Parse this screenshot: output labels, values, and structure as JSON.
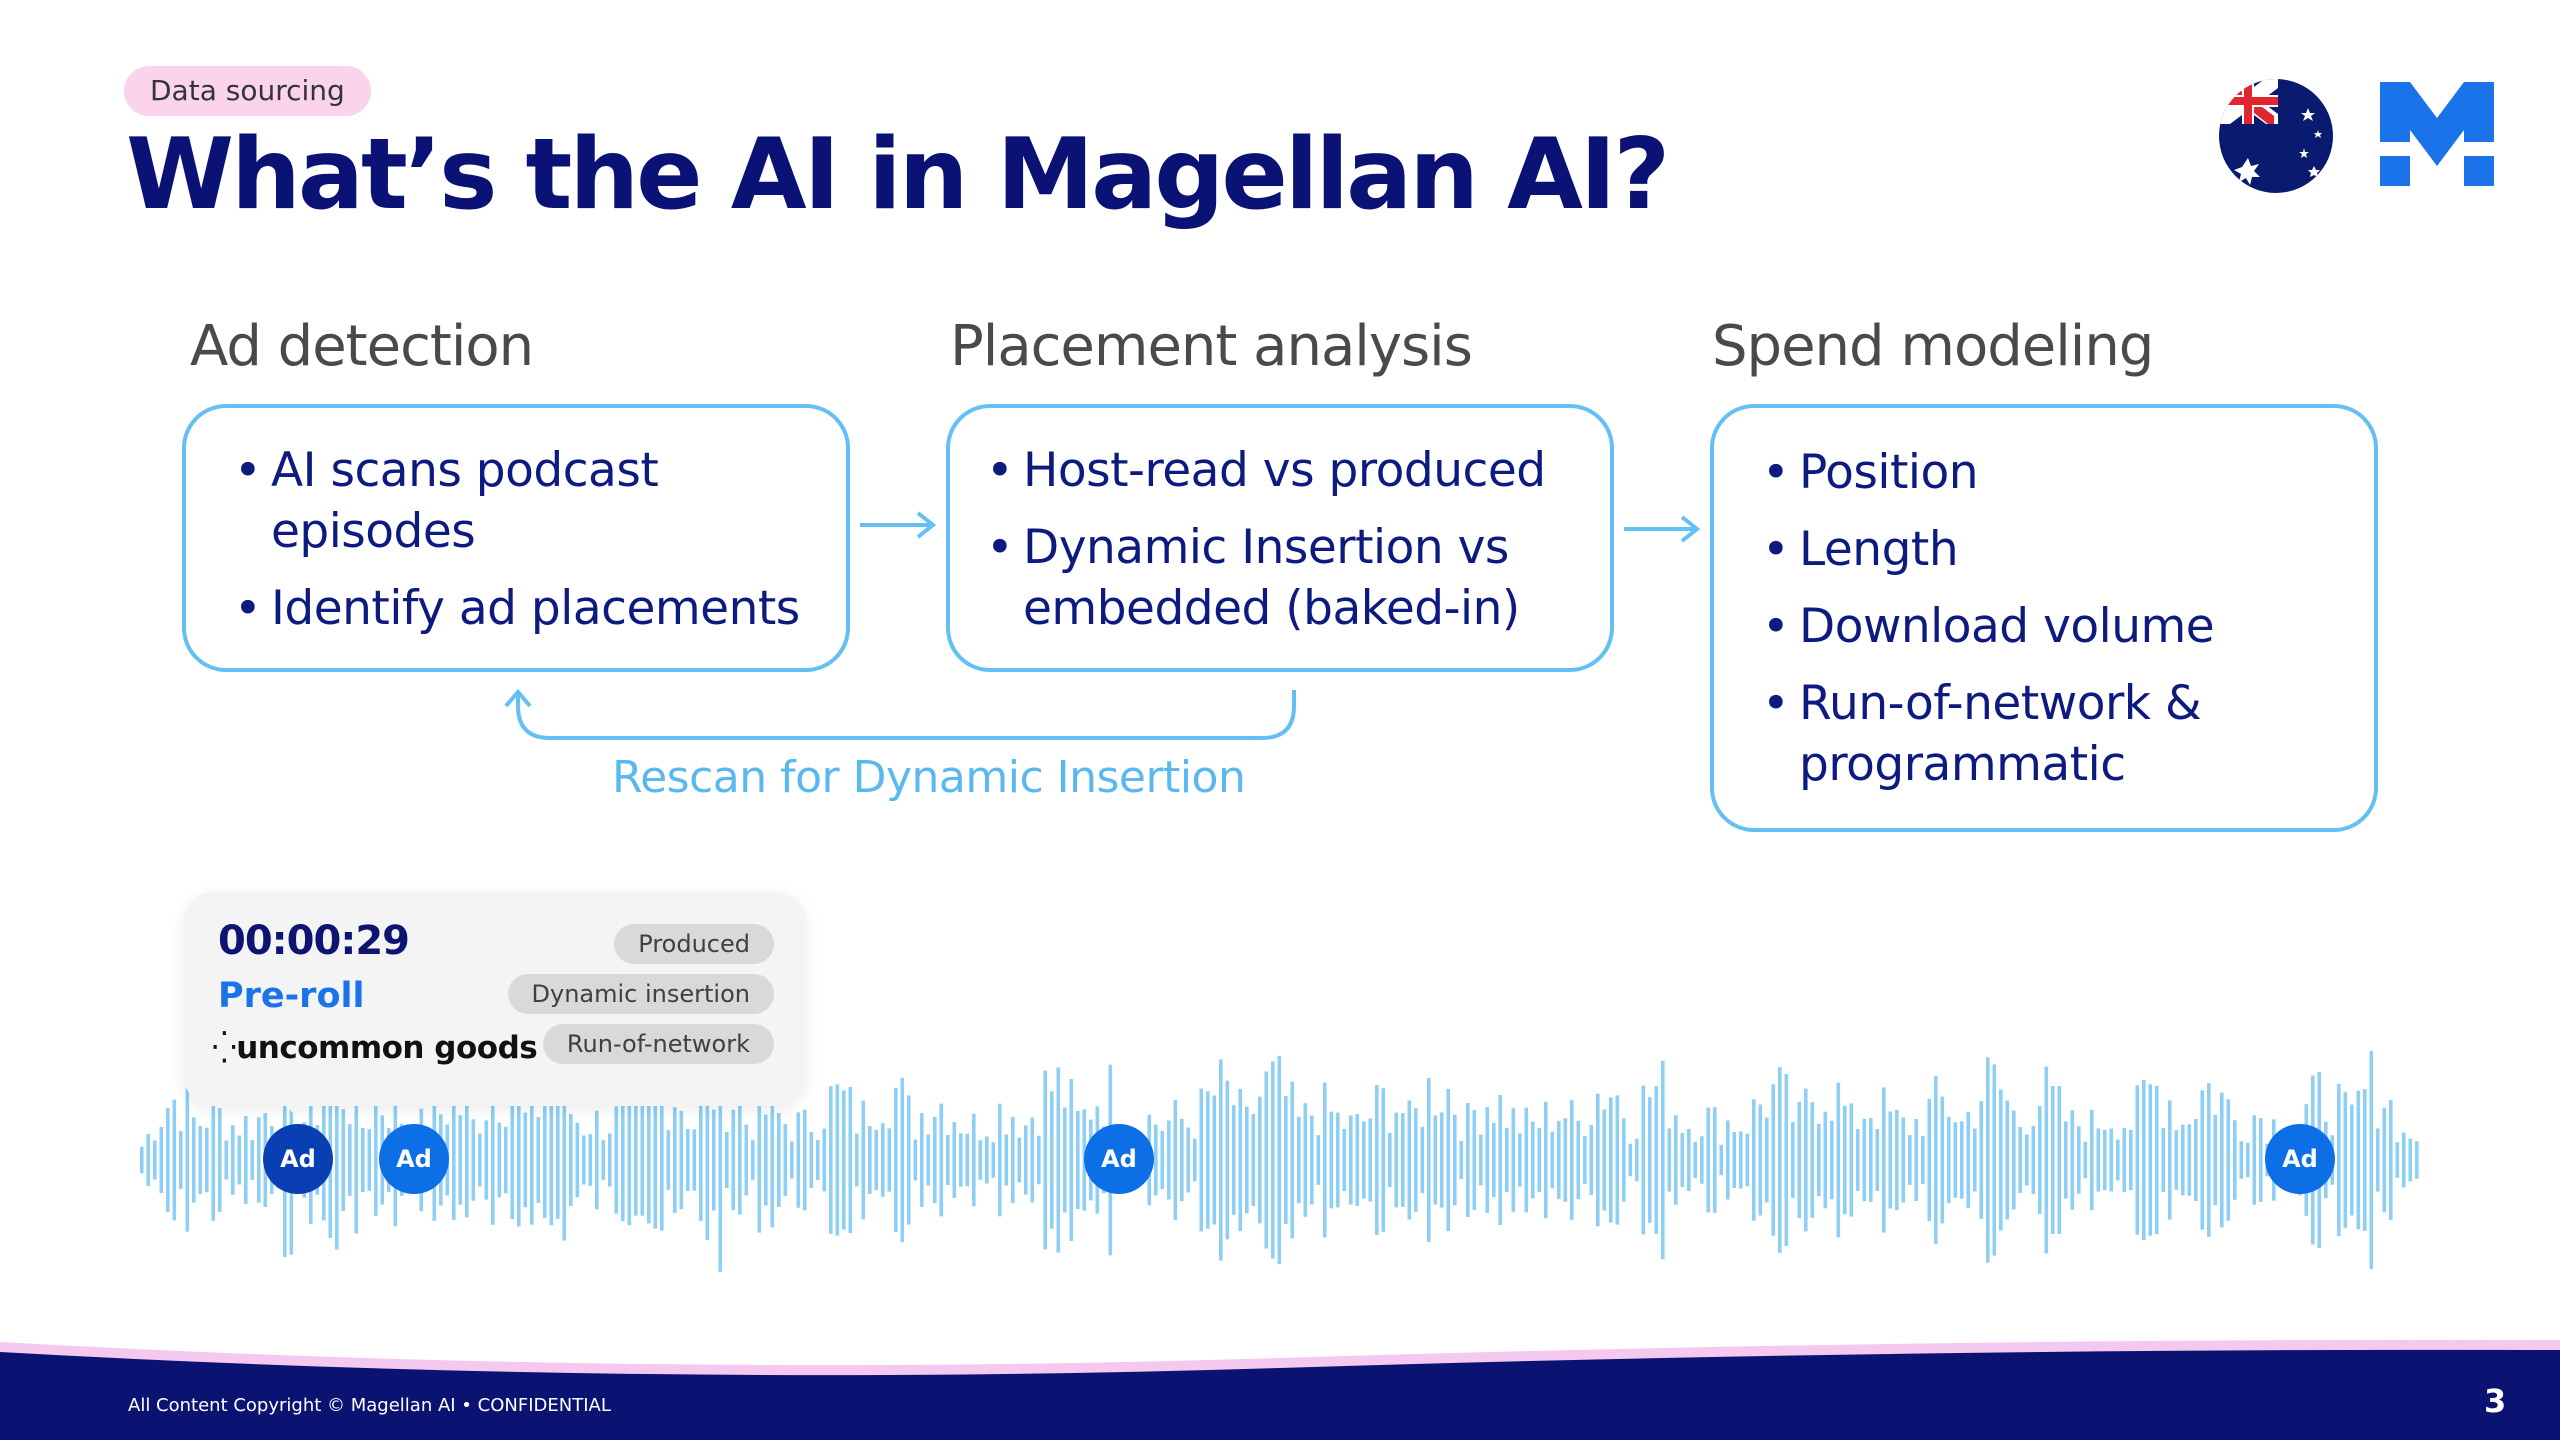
{
  "tag": "Data sourcing",
  "title": "What’s the AI in Magellan AI?",
  "sections": [
    {
      "heading": "Ad detection",
      "items": [
        "AI scans podcast episodes",
        "Identify ad placements"
      ]
    },
    {
      "heading": "Placement analysis",
      "items": [
        "Host-read vs produced",
        "Dynamic Insertion vs embedded (baked-in)"
      ]
    },
    {
      "heading": "Spend modeling",
      "items": [
        "Position",
        "Length",
        "Download volume",
        "Run-of-network & programmatic"
      ]
    }
  ],
  "loop_label": "Rescan for Dynamic Insertion",
  "ad_card": {
    "timestamp": "00:00:29",
    "slot": "Pre-roll",
    "brand": "uncommon goods",
    "tags": [
      "Produced",
      "Dynamic insertion",
      "Run-of-network"
    ]
  },
  "ad_markers": [
    "Ad",
    "Ad",
    "Ad",
    "Ad"
  ],
  "footer": {
    "copyright": "All Content Copyright © Magellan AI • CONFIDENTIAL",
    "page": "3"
  },
  "colors": {
    "navy": "#0b1275",
    "accent_blue": "#63bff4",
    "ad_marker": "#0d6fe6",
    "tag_pink": "#fbd3ec",
    "wave": "#8ecff6"
  },
  "icons": [
    "australia-flag-icon",
    "magellan-logo-icon",
    "arrow-right-icon",
    "loop-arrow-icon"
  ]
}
